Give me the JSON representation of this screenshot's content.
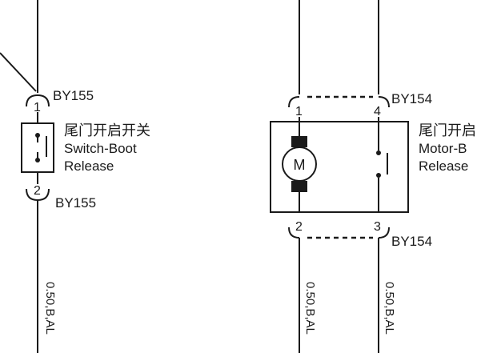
{
  "switch": {
    "connector_top": "BY155",
    "connector_bottom": "BY155",
    "pin_top": "1",
    "pin_bottom": "2",
    "name_cn": "尾门开启开关",
    "name_en_1": "Switch-Boot",
    "name_en_2": "Release",
    "wire_bottom": "0.50,B,AL"
  },
  "motor": {
    "connector_top": "BY154",
    "connector_bottom": "BY154",
    "pin_top_left": "1",
    "pin_top_right": "4",
    "pin_bottom_left": "2",
    "pin_bottom_right": "3",
    "symbol": "M",
    "name_cn": "尾门开启",
    "name_en_1": "Motor-B",
    "name_en_2": "Release",
    "wire_left": "0.50,B,AL",
    "wire_right": "0.50,B,AL"
  },
  "colors": {
    "line": "#1a1a1a",
    "background": "#ffffff"
  }
}
